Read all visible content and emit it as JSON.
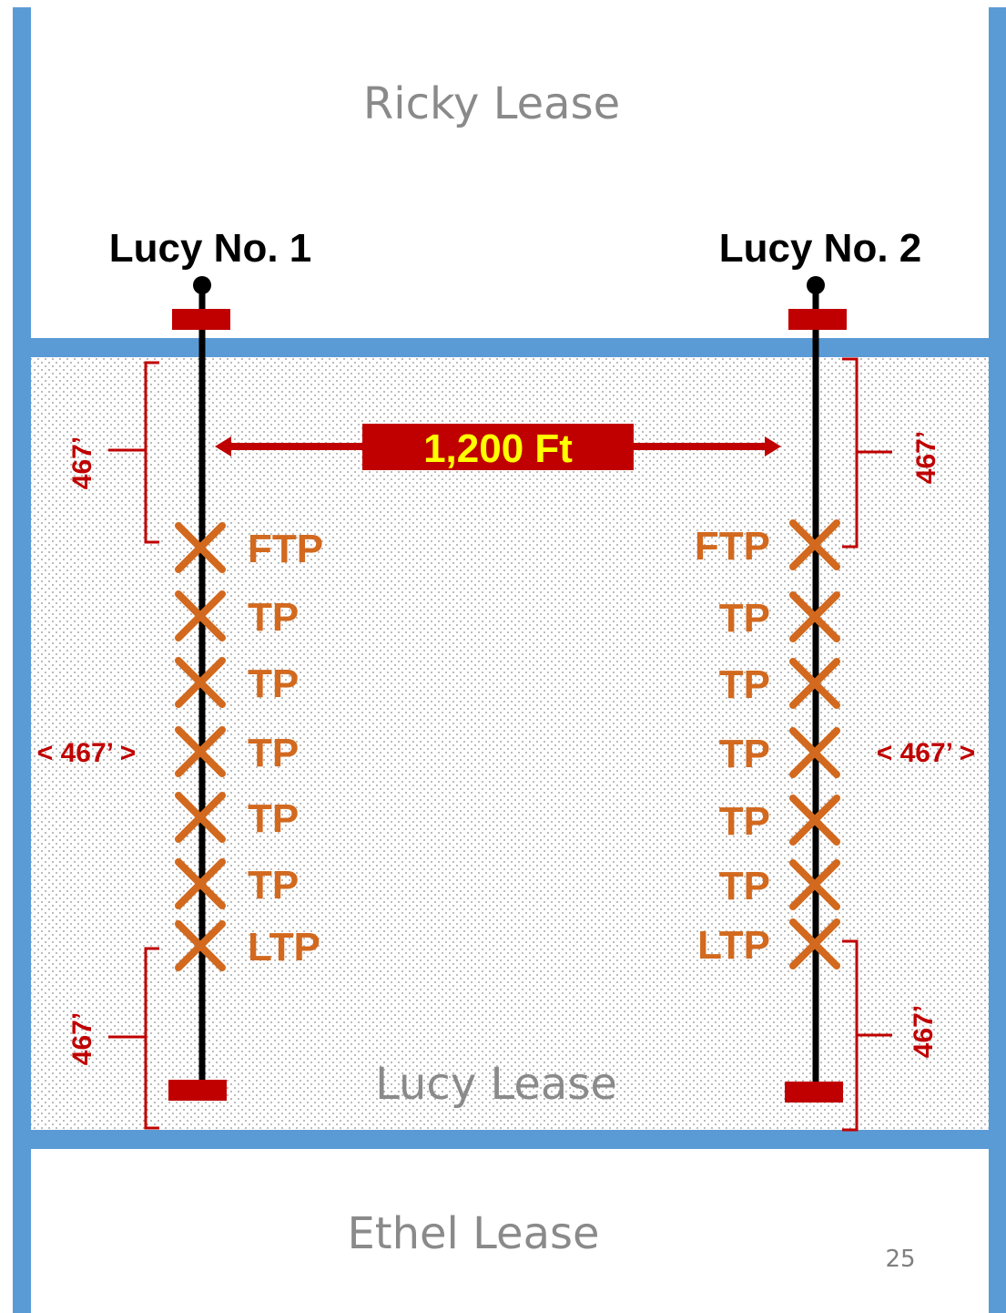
{
  "leases": {
    "top": "Ricky Lease",
    "middle": "Lucy Lease",
    "bottom": "Ethel Lease"
  },
  "wells": {
    "left": {
      "name": "Lucy No. 1"
    },
    "right": {
      "name": "Lucy No. 2"
    }
  },
  "spacing": {
    "label": "1,200 Ft"
  },
  "take_points": {
    "first": "FTP",
    "mid": [
      "TP",
      "TP",
      "TP",
      "TP",
      "TP"
    ],
    "last": "LTP"
  },
  "dimensions": {
    "top_left": "467’",
    "top_right": "467’",
    "middle_left": "< 467’ >",
    "middle_right": "< 467’ >",
    "bottom_left": "467’",
    "bottom_right": "467’"
  },
  "page_number": "25",
  "colors": {
    "lease_line": "#5b9bd5",
    "well_marker": "#c00000",
    "take_point": "#d2691e",
    "spacing_label": "#ffff00",
    "dimension": "#c00000"
  }
}
